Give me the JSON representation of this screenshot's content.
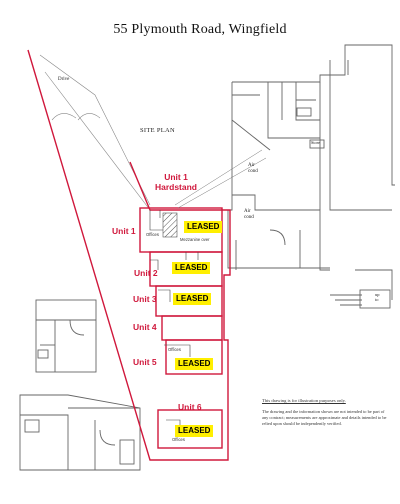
{
  "title": "55 Plymouth Road,  Wingfield",
  "labels": {
    "drive": "Drive",
    "site_plan": "SITE PLAN",
    "hardstand": "Unit 1\nHardstand",
    "air_cond_1": "Air\ncond",
    "air_cond_2": "Air\ncond",
    "store": "Store",
    "up": "up\nto",
    "mezzanine": "Mezzanine over"
  },
  "units": [
    {
      "label": "Unit 1",
      "status": "LEASED",
      "room": "Offices"
    },
    {
      "label": "Unit 2",
      "status": "LEASED",
      "room": ""
    },
    {
      "label": "Unit 3",
      "status": "LEASED",
      "room": ""
    },
    {
      "label": "Unit 4",
      "status": "",
      "room": ""
    },
    {
      "label": "Unit 5",
      "status": "LEASED",
      "room": "Offices"
    },
    {
      "label": "Unit 6",
      "status": "LEASED",
      "room": "Offices"
    }
  ],
  "disclaimer": {
    "heading": "This drawing is for illustration purposes only.",
    "body": "The drawing and the information shown are not intended to be part of any contract; measurements are approximate and details intended to be relied upon should be independently verified."
  },
  "colors": {
    "boundary": "#d0183c",
    "leased_fill": "#ffef00",
    "line": "#555555"
  }
}
